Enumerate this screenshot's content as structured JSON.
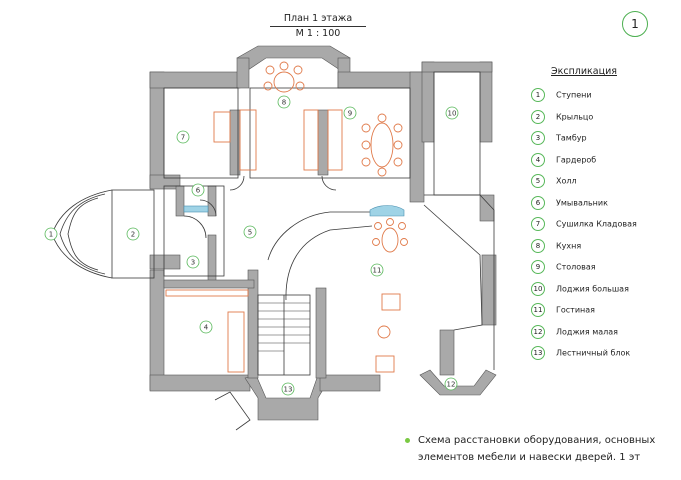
{
  "plan": {
    "title": "План  1 этажа",
    "scale": "М  1 : 100",
    "sheet_number": "1"
  },
  "legend": {
    "title": "Экспликация",
    "items": [
      {
        "num": "1",
        "label": "Ступени"
      },
      {
        "num": "2",
        "label": "Крыльцо"
      },
      {
        "num": "3",
        "label": "Тамбур"
      },
      {
        "num": "4",
        "label": "Гардероб"
      },
      {
        "num": "5",
        "label": "Холл"
      },
      {
        "num": "6",
        "label": "Умывальник"
      },
      {
        "num": "7",
        "label": "Сушилка    Кладовая"
      },
      {
        "num": "8",
        "label": "Кухня"
      },
      {
        "num": "9",
        "label": "Столовая"
      },
      {
        "num": "10",
        "label": "Лоджия большая"
      },
      {
        "num": "11",
        "label": "Гостиная"
      },
      {
        "num": "12",
        "label": "Лоджия малая"
      },
      {
        "num": "13",
        "label": "Лестничный блок"
      }
    ]
  },
  "room_markers": [
    "1",
    "2",
    "3",
    "4",
    "5",
    "6",
    "7",
    "8",
    "9",
    "10",
    "11",
    "12",
    "13"
  ],
  "caption": {
    "line1": "Схема  расстановки  оборудования,  основных",
    "line2": "элементов  мебели  и  навески  дверей.   1 эт"
  },
  "colors": {
    "wall": "#a9a9a9",
    "line": "#3a3a3a",
    "furniture": "#e07a4a",
    "marker": "#58b85a",
    "glass": "#9fd3e6",
    "bullet": "#7ac943"
  }
}
